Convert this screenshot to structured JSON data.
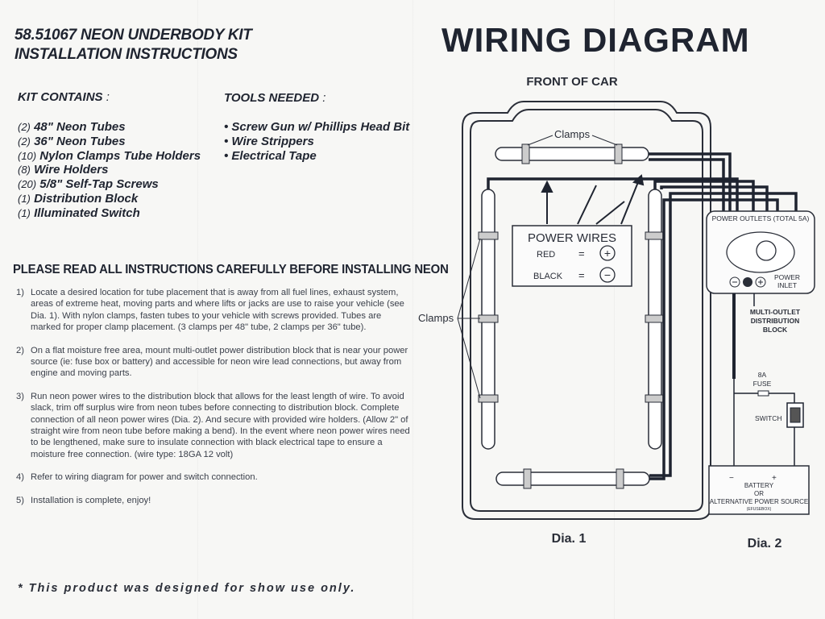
{
  "kit": {
    "title_line1": "58.51067 NEON UNDERBODY KIT",
    "title_line2": "INSTALLATION INSTRUCTIONS",
    "contains_heading": "KIT CONTAINS",
    "items": [
      {
        "qty": "(2)",
        "desc": "48\" Neon Tubes"
      },
      {
        "qty": "(2)",
        "desc": "36\" Neon Tubes"
      },
      {
        "qty": "(10)",
        "desc": "Nylon Clamps Tube Holders"
      },
      {
        "qty": "(8)",
        "desc": "Wire Holders"
      },
      {
        "qty": "(20)",
        "desc": "5/8\" Self-Tap Screws"
      },
      {
        "qty": "(1)",
        "desc": "Distribution Block"
      },
      {
        "qty": "(1)",
        "desc": "Illuminated Switch"
      }
    ]
  },
  "tools": {
    "heading": "TOOLS NEEDED",
    "items": [
      "• Screw Gun w/ Phillips Head Bit",
      "• Wire Strippers",
      "• Electrical Tape"
    ]
  },
  "instructions": {
    "heading": "PLEASE READ ALL INSTRUCTIONS CAREFULLY BEFORE INSTALLING NEON",
    "steps": [
      {
        "num": "1)",
        "text": "Locate a desired location for tube placement that is away from all fuel lines, exhaust system, areas of extreme heat, moving parts and where lifts or jacks are use to raise your vehicle (see Dia. 1). With nylon clamps, fasten tubes to your vehicle with screws provided. Tubes are marked for proper clamp placement. (3 clamps per 48\" tube, 2 clamps per 36\" tube)."
      },
      {
        "num": "2)",
        "text": "On a flat moisture free area, mount multi-outlet power distribution block that is near your power source (ie: fuse box or battery) and accessible for neon wire lead connections, but away from engine and moving parts."
      },
      {
        "num": "3)",
        "text": "Run neon power wires to the distribution block that allows for the least length of wire. To avoid slack, trim off surplus wire from neon tubes before connecting to distribution block. Complete connection of all neon power wires (Dia. 2). And secure with provided wire holders. (Allow 2\" of straight wire from neon tube before making a bend). In the event where neon power wires need to be lengthened, make sure to insulate connection with black electrical tape to ensure a moisture free connection. (wire type: 18GA 12 volt)"
      },
      {
        "num": "4)",
        "text": "Refer to wiring diagram for power and switch connection."
      },
      {
        "num": "5)",
        "text": "Installation is complete, enjoy!"
      }
    ],
    "footer_note": "* This product was designed for show use only."
  },
  "diagram": {
    "title": "WIRING DIAGRAM",
    "front_label": "FRONT OF CAR",
    "clamps_top": "Clamps",
    "clamps_left": "Clamps",
    "power_wires_title": "POWER WIRES",
    "red_label": "RED",
    "black_label": "BLACK",
    "equals": "=",
    "plus_symbol": "+",
    "minus_symbol": "−",
    "outlets_label": "POWER OUTLETS (TOTAL 5A)",
    "power_inlet_line1": "POWER",
    "power_inlet_line2": "INLET",
    "block_line1": "MULTI-OUTLET",
    "block_line2": "DISTRIBUTION",
    "block_line3": "BLOCK",
    "fuse_line1": "8A",
    "fuse_line2": "FUSE",
    "switch_label": "SWITCH",
    "battery_line1": "BATTERY",
    "battery_line2": "OR",
    "battery_line3": "ALTERNATIVE POWER SOURCE",
    "battery_line4": "(EFUSEBOX)",
    "dia1": "Dia. 1",
    "dia2": "Dia. 2"
  },
  "colors": {
    "ink": "#1f2430",
    "paper": "#f7f7f5"
  }
}
